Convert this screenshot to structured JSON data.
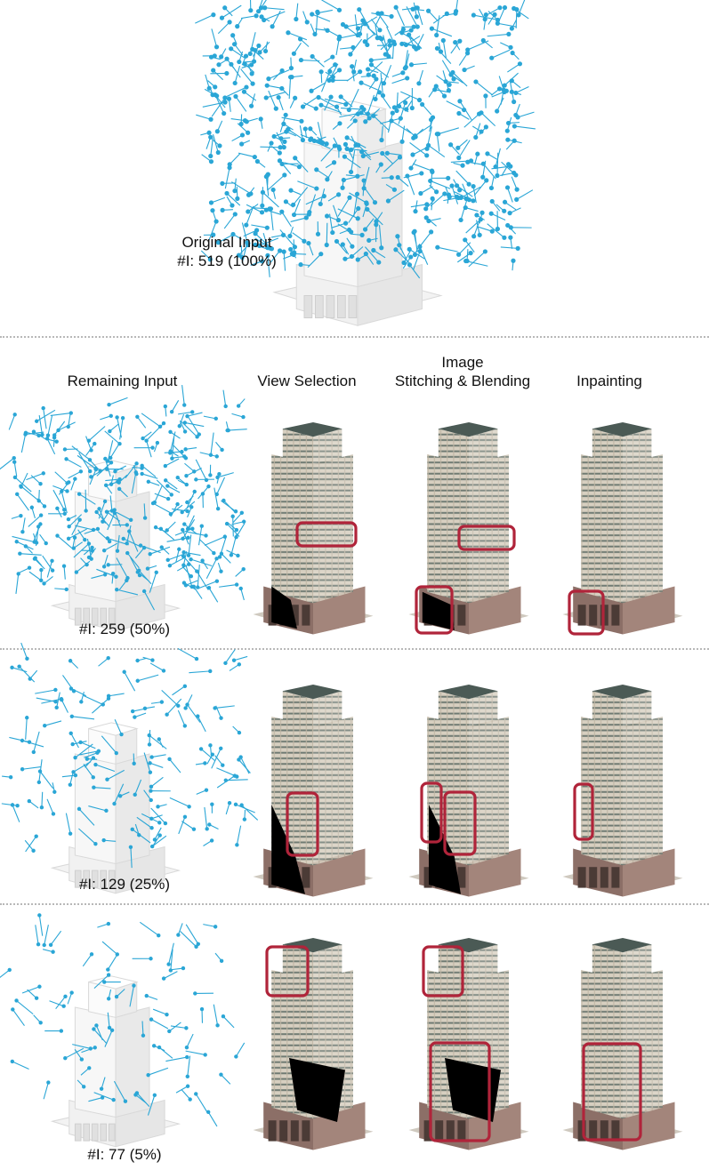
{
  "top": {
    "label_line1": "Original Input",
    "label_line2": "#I: 519 (100%)"
  },
  "headers": {
    "remaining_input": "Remaining Input",
    "view_selection": "View Selection",
    "stitching_line1": "Image",
    "stitching_line2": "Stitching & Blending",
    "inpainting": "Inpainting"
  },
  "rows": [
    {
      "count_label": "#I: 259 (50%)"
    },
    {
      "count_label": "#I: 129 (25%)"
    },
    {
      "count_label": "#I: 77 (5%)"
    }
  ],
  "colors": {
    "camera": "#2aa6d6",
    "highlight": "#b0243a",
    "divider": "#b8b8b8"
  }
}
